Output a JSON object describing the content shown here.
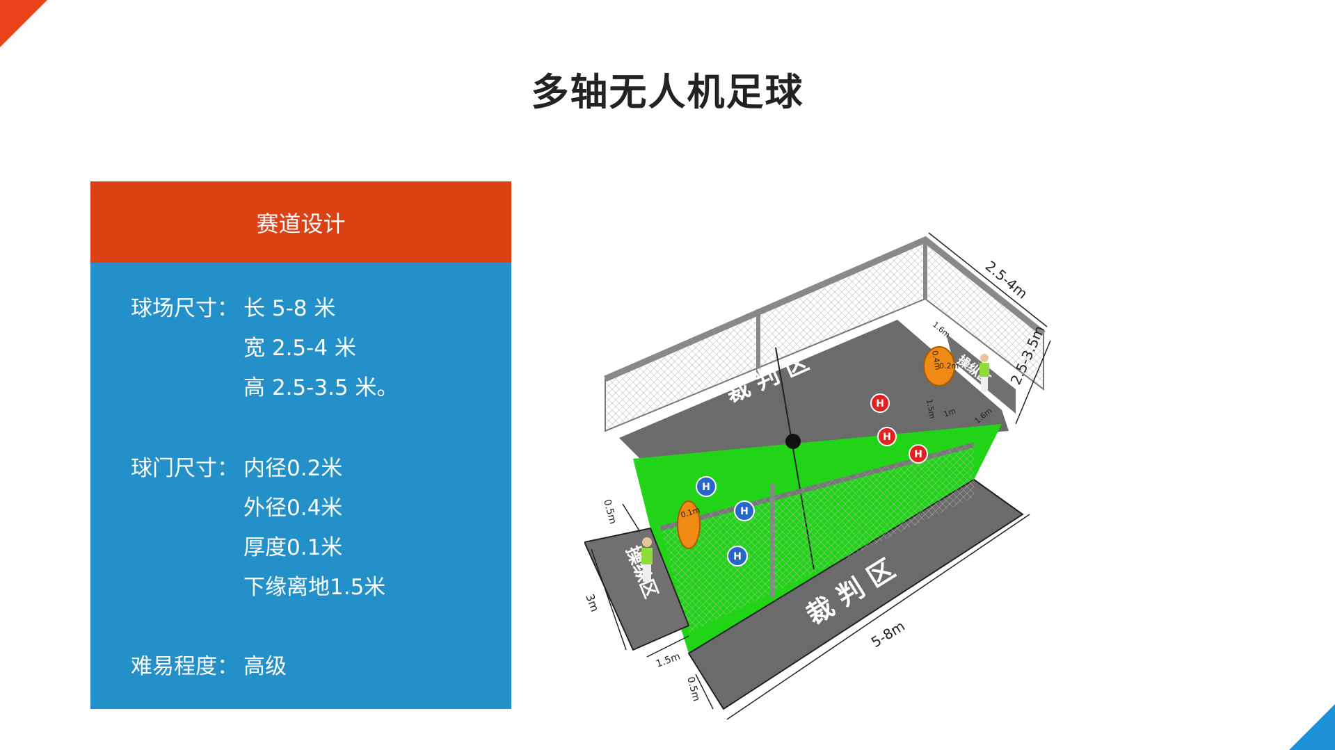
{
  "title": "多轴无人机足球",
  "panel": {
    "header": "赛道设计",
    "field_label": "球场尺寸：",
    "field_values": [
      "长 5-8 米",
      "宽 2.5-4 米",
      "高 2.5-3.5 米。"
    ],
    "goal_label": "球门尺寸：",
    "goal_values": [
      "内径0.2米",
      "外径0.4米",
      "厚度0.1米",
      "下缘离地1.5米"
    ],
    "difficulty_label": "难易程度：",
    "difficulty_value": "高级"
  },
  "diagram": {
    "referee_zone_label_top": "裁 判 区",
    "referee_zone_label_bottom": "裁 判 区",
    "control_zone_label_left": "操纵区",
    "control_zone_label_right": "操纵区",
    "length_label": "5-8m",
    "width_label": "2.5-4m",
    "height_label": "2.5-3.5m",
    "margin_label_left": "0.5m",
    "margin_label_bottom": "0.5m",
    "control_length_label": "3m",
    "control_width_label": "1.5m",
    "goal_thickness_label": "0.1m",
    "goal_offset_label": "1.6m",
    "goal_inner_label": "0.2m",
    "goal_height_label": "1.5m",
    "goal_gap_label": "1m",
    "goal_ring_label": "0.4m",
    "pad_letter": "H",
    "colors": {
      "grass": "#22d417",
      "zone": "#6b6b6b",
      "blue_pad": "#2767c9",
      "red_pad": "#e42121",
      "goal": "#f08a14"
    }
  }
}
